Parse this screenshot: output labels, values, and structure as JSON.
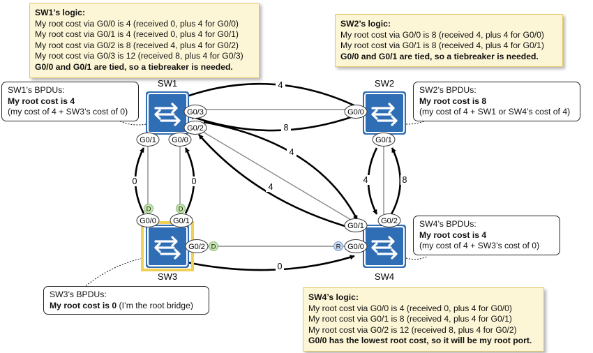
{
  "switches": {
    "sw1": {
      "name": "SW1"
    },
    "sw2": {
      "name": "SW2"
    },
    "sw3": {
      "name": "SW3"
    },
    "sw4": {
      "name": "SW4"
    }
  },
  "ports": {
    "sw1_g03": "G0/3",
    "sw1_g02": "G0/2",
    "sw1_g01": "G0/1",
    "sw1_g00": "G0/0",
    "sw2_g00": "G0/0",
    "sw2_g01": "G0/1",
    "sw3_g00": "G0/0",
    "sw3_g01": "G0/1",
    "sw3_g02": "G0/2",
    "sw4_g01": "G0/1",
    "sw4_g02": "G0/2",
    "sw4_g00": "G0/0"
  },
  "port_roles": {
    "designated": "D",
    "root": "R"
  },
  "costs": {
    "sw1_to_sw2": "4",
    "sw2_to_sw1": "8",
    "sw1_to_sw4": "4",
    "sw4_to_sw1": "4",
    "sw3_to_sw1_g01": "0",
    "sw3_to_sw1_g00": "0",
    "sw2_to_sw4": "4",
    "sw4_to_sw2": "8",
    "sw3_to_sw4": "0"
  },
  "notes": {
    "sw1_logic": {
      "title": "SW1’s logic:",
      "lines": [
        "My root cost via G0/0 is 4 (received 0, plus 4 for G0/0)",
        "My root cost via G0/1 is 4 (received 0, plus 4 for G0/1)",
        "My root cost via G0/2 is 8 (received 4, plus 4 for G0/2)",
        "My root cost via G0/3 is 12 (received 8, plus 4 for G0/3)"
      ],
      "conclusion": "G0/0 and G0/1 are tied, so a tiebreaker is needed."
    },
    "sw2_logic": {
      "title": "SW2’s logic:",
      "lines": [
        "My root cost via G0/0 is 8 (received 4, plus 4 for G0/0)",
        "My root cost via G0/1 is 8 (received 4, plus 4 for G0/1)"
      ],
      "conclusion": "G0/0 and G0/1 are tied, so a tiebreaker is needed."
    },
    "sw4_logic": {
      "title": "SW4’s logic:",
      "lines": [
        "My root cost via G0/0 is 4 (received 0, plus 4 for G0/0)",
        "My root cost via G0/1 is 8 (received 4, plus 4 for G0/1)",
        "My root cost via G0/2 is 12 (received 8, plus 4 for G0/2)"
      ],
      "conclusion": "G0/0 has the lowest root cost, so it will be my root port."
    }
  },
  "callouts": {
    "sw1_bpdus": {
      "title": "SW1’s BPDUs:",
      "bold": "My root cost is 4",
      "detail": "(my cost of 4 + SW3’s cost of 0)"
    },
    "sw2_bpdus": {
      "title": "SW2’s BPDUs:",
      "bold": "My root cost is 8",
      "detail": "(my cost of 4 + SW1 or SW4’s cost of 4)"
    },
    "sw4_bpdus": {
      "title": "SW4’s BPDUs:",
      "bold": "My root cost is 4",
      "detail": "(my cost of 4 + SW3’s cost of 0)"
    },
    "sw3_bpdus": {
      "title": "SW3’s BPDUs:",
      "bold": "My root cost is 0",
      "detail": " (I’m the root bridge)"
    }
  },
  "colors": {
    "switch_blue": "#2f6db5",
    "root_highlight": "#f2cf55",
    "designated_badge": "#c8e6b0",
    "root_badge": "#c5d7ef",
    "note_fill": "#fdf6d6"
  },
  "icons": {
    "switch": "switch-arrows-icon"
  }
}
